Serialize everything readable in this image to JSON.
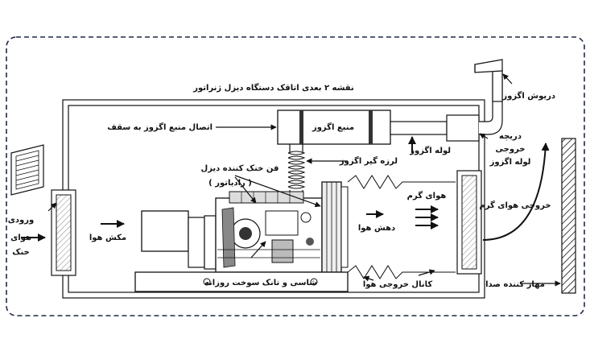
{
  "diagram": {
    "title": "نقشه ۲ بعدی اتاقک دستگاه دیزل ژنراتور",
    "labels": {
      "exhaust_muffler": "منبع اگزوز",
      "muffler_ceiling_mount": "اتصال منبع اگزوز به سقف",
      "exhaust_rain_cap": "دریوش اگزوز",
      "exhaust_pipe": "لوله اگزوز",
      "exhaust_damper_line1": "دریچه",
      "exhaust_damper_line2": "خروجی",
      "exhaust_damper_line3": "لوله اگزوز",
      "exhaust_vibration_isolator": "لرزه گیر اگزوز",
      "diesel_cooling_fan": "فن خنک کننده دیزل",
      "radiator": "( رادیاتور )",
      "cool_air_inlet_line1": "ورودی",
      "cool_air_inlet_line2": "هوای",
      "cool_air_inlet_line3": "خنک",
      "air_intake": "مکش هوا",
      "air_blow": "دهش هوا",
      "hot_air": "هوای گرم",
      "hot_air_outlet": "خروجی هوای گرم",
      "chassis_fuel_tank": "شاسی و تانک سوخت روزانه",
      "air_outlet_channel": "کانال خروجی هوا",
      "sound_attenuator": "مهار کننده صدا"
    }
  }
}
